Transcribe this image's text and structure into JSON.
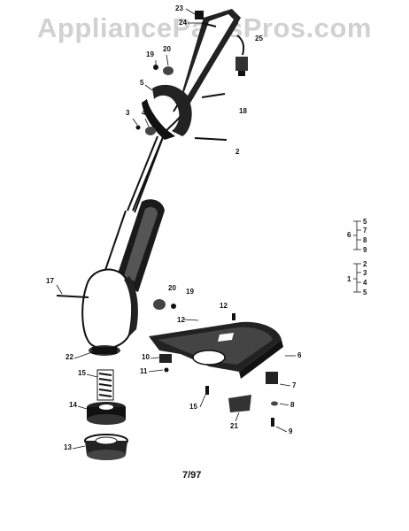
{
  "watermark": "AppliancePartsPros.com",
  "date_code": "7/97",
  "callouts": [
    "23",
    "24",
    "25",
    "19",
    "20",
    "5",
    "18",
    "3",
    "4",
    "2",
    "17",
    "20",
    "19",
    "12",
    "12",
    "22",
    "10",
    "11",
    "6",
    "15",
    "7",
    "14",
    "15",
    "8",
    "21",
    "9",
    "13"
  ],
  "legend_groups": [
    {
      "key": "6",
      "items": [
        "5",
        "7",
        "8",
        "9"
      ]
    },
    {
      "key": "1",
      "items": [
        "2",
        "3",
        "4",
        "5"
      ]
    }
  ],
  "colors": {
    "ink": "#111111",
    "watermark": "#c9c9c9"
  }
}
